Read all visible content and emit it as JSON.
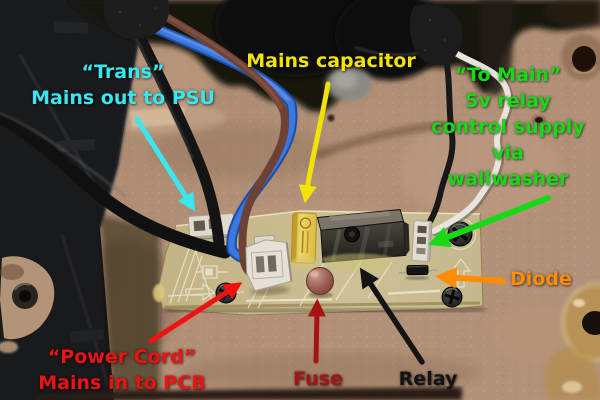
{
  "annotations": {
    "trans": {
      "lines": [
        "“Trans”",
        "Mains out to PSU"
      ],
      "color": "#38e7f0"
    },
    "mains_capacitor": {
      "lines": [
        "Mains capacitor"
      ],
      "color": "#f2e400"
    },
    "to_main": {
      "lines": [
        "“To Main”",
        "5v relay",
        "control supply",
        "via",
        "wallwasher"
      ],
      "color": "#17d917"
    },
    "diode": {
      "lines": [
        "Diode"
      ],
      "color": "#ff8c05"
    },
    "power_cord": {
      "lines": [
        "“Power Cord”",
        "Mains in to PCB"
      ],
      "color": "#ee1212"
    },
    "fuse": {
      "lines": [
        "Fuse"
      ],
      "color": "#a51414"
    },
    "relay": {
      "lines": [
        "Relay"
      ],
      "color": "#141414"
    }
  }
}
